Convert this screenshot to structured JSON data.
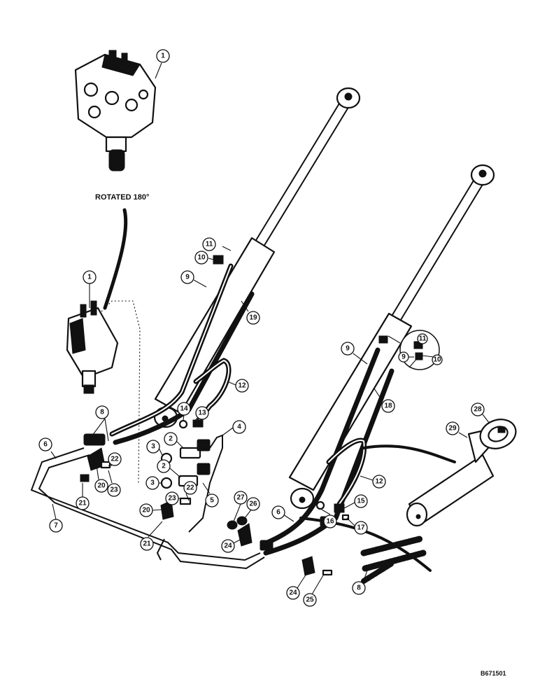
{
  "rotation_note": "ROTATED 180°",
  "drawing_number": "B671501",
  "callouts": [
    "1",
    "1",
    "11",
    "10",
    "9",
    "19",
    "12",
    "14",
    "13",
    "8",
    "4",
    "2",
    "3",
    "2",
    "3",
    "6",
    "22",
    "20",
    "23",
    "21",
    "7",
    "5",
    "22",
    "23",
    "20",
    "21",
    "27",
    "26",
    "24",
    "6",
    "16",
    "15",
    "17",
    "12",
    "9",
    "18",
    "11",
    "9",
    "10",
    "28",
    "29",
    "24",
    "25",
    "8"
  ]
}
